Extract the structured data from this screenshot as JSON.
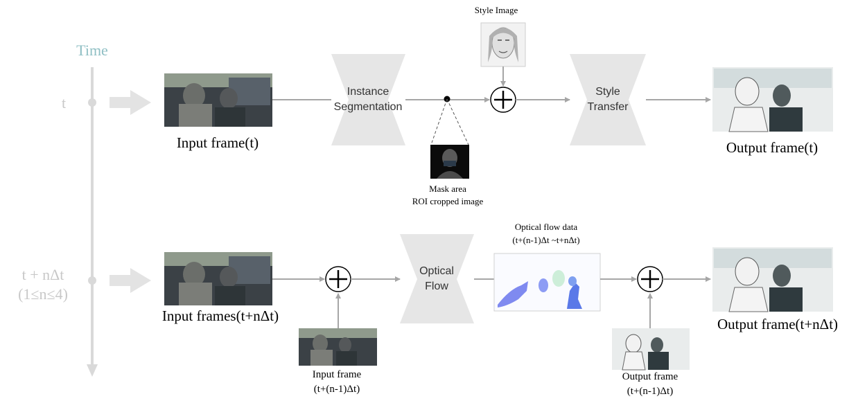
{
  "timeline": {
    "title": "Time",
    "t_label": "t",
    "tn_label_line1": "t + nΔt",
    "tn_label_line2": "(1≤n≤4)"
  },
  "top_row": {
    "input_label": "Input frame(t)",
    "segmentation_line1": "Instance",
    "segmentation_line2": "Segmentation",
    "style_image_label": "Style  Image",
    "mask_line1": "Mask area",
    "mask_line2": "ROI cropped image",
    "style_transfer_line1": "Style",
    "style_transfer_line2": "Transfer",
    "output_label": "Output frame(t)"
  },
  "bottom_row": {
    "input_label": "Input frames(t+nΔt)",
    "prev_input_line1": "Input frame",
    "prev_input_line2": "(t+(n-1)Δt)",
    "optical_line1": "Optical",
    "optical_line2": "Flow",
    "flow_data_line1": "Optical flow  data",
    "flow_data_line2": "(t+(n-1)Δt  ~t+nΔt)",
    "prev_output_line1": "Output frame",
    "prev_output_line2": "(t+(n-1)Δt)",
    "output_label": "Output frame(t+nΔt)"
  },
  "colors": {
    "timeline": "#d9d9d9",
    "block": "#e6e6e6",
    "arrow": "#a6a6a6",
    "time_title": "#8fbfc4"
  },
  "icons": [
    "plus-circle-icon",
    "photo-thumbnail-icon"
  ]
}
